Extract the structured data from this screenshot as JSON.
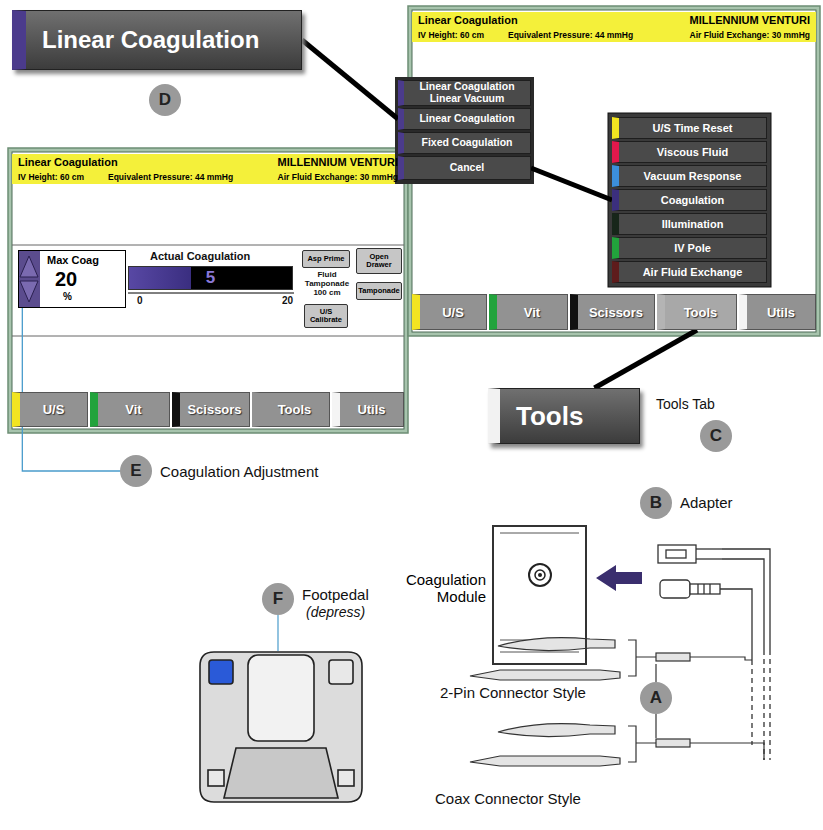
{
  "diagram": {
    "nodes": [
      {
        "text": [
          "Linear Coagulation"
        ]
      },
      {
        "text": [
          "D"
        ]
      },
      {
        "text": [
          "Linear Coagulation",
          "MILLENNIUM VENTURI",
          "IV Height: 60 cm",
          "Equivalent Pressure: 44 mmHg",
          "Air Fluid Exchange: 30 mmHg"
        ]
      },
      {
        "text": [
          "Linear Coagulation Linear Vacuum"
        ],
        "in": 2
      },
      {
        "text": [
          "Linear Coagulation"
        ],
        "in": 2
      },
      {
        "text": [
          "Fixed Coagulation"
        ],
        "in": 2
      },
      {
        "text": [
          "Cancel"
        ],
        "in": 2
      },
      {
        "text": [
          "U/S Time Reset"
        ],
        "in": 2
      },
      {
        "text": [
          "Viscous Fluid"
        ],
        "in": 2
      },
      {
        "text": [
          "Vacuum Response"
        ],
        "in": 2
      },
      {
        "text": [
          "Coagulation"
        ],
        "in": 2
      },
      {
        "text": [
          "Illumination"
        ],
        "in": 2
      },
      {
        "text": [
          "IV Pole"
        ],
        "in": 2
      },
      {
        "text": [
          "Air Fluid Exchange"
        ],
        "in": 2
      },
      {
        "text": [
          "U/S"
        ],
        "in": 2
      },
      {
        "text": [
          "Vit"
        ],
        "in": 2
      },
      {
        "text": [
          "Scissors"
        ],
        "in": 2
      },
      {
        "text": [
          "Tools"
        ],
        "in": 2
      },
      {
        "text": [
          "Utils"
        ],
        "in": 2
      },
      {
        "text": [
          "Tools"
        ]
      },
      {
        "text": [
          "C"
        ]
      },
      {
        "text": [
          "Linear Coagulation",
          "MILLENNIUM VENTURI",
          "IV Height: 60 cm",
          "Equivalent Pressure: 44 mmHg",
          "Air Fluid Exchange: 30 mmHg"
        ]
      },
      {
        "text": [
          "Max Coag",
          "20",
          "%"
        ],
        "in": 21
      },
      {
        "text": [
          "5"
        ],
        "in": 21
      },
      {
        "text": [
          "Asp Prime"
        ],
        "in": 21
      },
      {
        "text": [
          "Open Drawer"
        ],
        "in": 21
      },
      {
        "text": [
          "Tamponade"
        ],
        "in": 21
      },
      {
        "text": [
          "U/S Calibrate"
        ],
        "in": 21
      },
      {
        "text": [
          "U/S"
        ],
        "in": 21
      },
      {
        "text": [
          "Vit"
        ],
        "in": 21
      },
      {
        "text": [
          "Scissors"
        ],
        "in": 21
      },
      {
        "text": [
          "Tools"
        ],
        "in": 21
      },
      {
        "text": [
          "Utils"
        ],
        "in": 21
      },
      {
        "text": [
          "E"
        ]
      },
      {
        "text": [
          "F"
        ]
      },
      {
        "text": [
          "B"
        ]
      },
      {
        "text": [
          "A"
        ]
      },
      {
        "text": [
          "Coagulation Module"
        ]
      }
    ],
    "edges": [
      {
        "from": 0,
        "to": 4,
        "arrow": "none"
      },
      {
        "from": 6,
        "to": 10,
        "arrow": "none"
      },
      {
        "from": 17,
        "to": 19,
        "arrow": "none"
      },
      {
        "from": 33,
        "to": 22,
        "arrow": "none"
      }
    ],
    "labels": [
      "Tools Tab",
      "Actual Coagulation",
      "0",
      "20",
      "Fluid Tamponade 100 cm",
      "Coagulation Adjustment",
      "Footpedal",
      "(depress)",
      "Adapter",
      "2-Pin Connector Style",
      "Coax Connector Style"
    ]
  }
}
